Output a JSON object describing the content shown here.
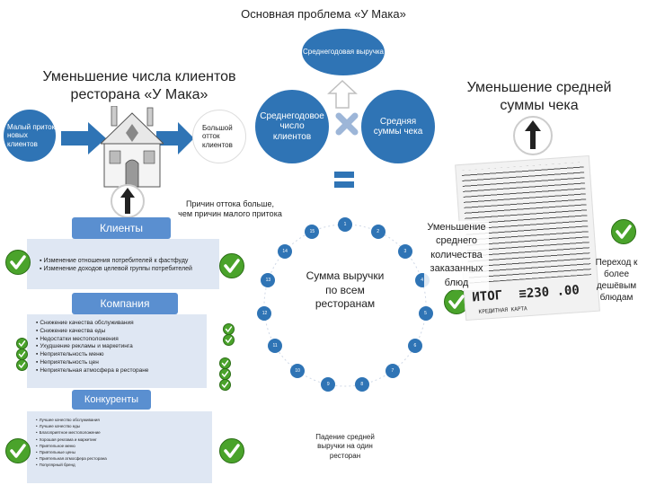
{
  "title": "Основная проблема «У Мака»",
  "revenue": "Среднегодовая выручка",
  "clients_heading": "Уменьшение числа клиентов ресторана «У Мака»",
  "avg_check_heading": "Уменьшение средней суммы чека",
  "few_new_clients": "Малый приток новых клиентов",
  "big_outflow": "Большой отток клиентов",
  "avg_clients": "Среднегодовое число клиентов",
  "avg_check": "Средняя суммы чека",
  "outflow_reason": "Причин оттока больше, чем причин малого притока",
  "sum_revenue": "Сумма выручки по всем ресторанам",
  "drop_revenue": "Падение средней выручки на один ресторан",
  "dec_quantity": "Уменьшение среднего количества заказанных блюд",
  "transition": "Переход к более дешёвым блюдам",
  "clients_label": "Клиенты",
  "clients_items": [
    "Изменение отношения потребителей к фастфуду",
    "Изменение доходов целевой группы потребителей"
  ],
  "company_label": "Компания",
  "company_items": [
    "Снижение качества обслуживания",
    "Снижение качества еды",
    "Недостатки местоположения",
    "Ухудшение рекламы и маркетинга",
    "Неприятельность меню",
    "Неприятельность цен",
    "Неприятельная атмосфера в ресторане"
  ],
  "competitors_label": "Конкуренты",
  "competitors_items": [
    "Лучшее качество обслуживания",
    "Лучшее качество еды",
    "Благоприятное местоположение",
    "Хорошая реклама и маркетинг",
    "Приятельное меню",
    "Приятельные цены",
    "Приятельная атмосфера ресторана",
    "Популярный бренд"
  ],
  "ring_numbers": [
    "1",
    "2",
    "3",
    "4",
    "5",
    "6",
    "7",
    "8",
    "9",
    "10",
    "11",
    "12",
    "13",
    "14",
    "15"
  ],
  "receipt": {
    "total_label": "ИТОГ",
    "total_value": "≡230 .00",
    "bottom": "КРЕДИТНАЯ КАРТА"
  },
  "colors": {
    "accent": "#2f74b5",
    "check": "#4aa32b",
    "box": "#dfe7f3"
  }
}
